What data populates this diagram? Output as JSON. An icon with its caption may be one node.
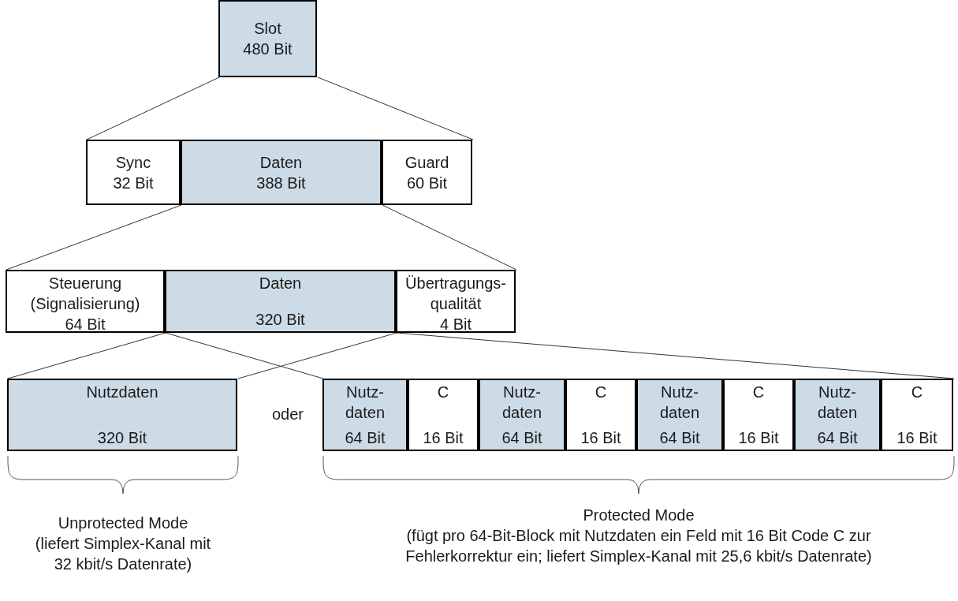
{
  "diagram": {
    "nodes": [
      {
        "text": [
          "Slot",
          "480 Bit"
        ]
      },
      {
        "text": [
          "Sync",
          "32 Bit"
        ]
      },
      {
        "text": [
          "Daten",
          "388 Bit"
        ]
      },
      {
        "text": [
          "Guard",
          "60 Bit"
        ]
      },
      {
        "text": [
          "Steuerung (Signalisierung)",
          "64 Bit"
        ]
      },
      {
        "text": [
          "Daten",
          "320 Bit"
        ]
      },
      {
        "text": [
          "Übertragungs- qualität",
          "4 Bit"
        ]
      },
      {
        "text": [
          "Nutzdaten",
          "320 Bit"
        ]
      },
      {
        "text": [
          "Nutz- daten",
          "64 Bit"
        ]
      },
      {
        "text": [
          "C",
          "16 Bit"
        ]
      },
      {
        "text": [
          "Nutz- daten",
          "64 Bit"
        ]
      },
      {
        "text": [
          "C",
          "16 Bit"
        ]
      },
      {
        "text": [
          "Nutz- daten",
          "64 Bit"
        ]
      },
      {
        "text": [
          "C",
          "16 Bit"
        ]
      },
      {
        "text": [
          "Nutz- daten",
          "64 Bit"
        ]
      },
      {
        "text": [
          "C",
          "16 Bit"
        ]
      }
    ],
    "edges": [
      {
        "from": 0,
        "to": 1,
        "arrow": "none"
      },
      {
        "from": 0,
        "to": 3,
        "arrow": "none"
      },
      {
        "from": 2,
        "to": 4,
        "arrow": "none"
      },
      {
        "from": 2,
        "to": 6,
        "arrow": "none"
      },
      {
        "from": 5,
        "to": 7,
        "arrow": "none"
      },
      {
        "from": 5,
        "to": 7,
        "arrow": "none"
      },
      {
        "from": 5,
        "to": 8,
        "arrow": "none"
      },
      {
        "from": 5,
        "to": 15,
        "arrow": "none"
      }
    ],
    "labels": [
      "oder",
      "Unprotected Mode",
      "(liefert Simplex-Kanal mit 32 kbit/s Datenrate)",
      "Protected Mode",
      "(fügt pro 64-Bit-Block mit Nutzdaten ein Feld mit 16 Bit Code C zur Fehlerkorrektur ein; liefert Simplex-Kanal mit 25,6 kbit/s Datenrate)"
    ]
  }
}
